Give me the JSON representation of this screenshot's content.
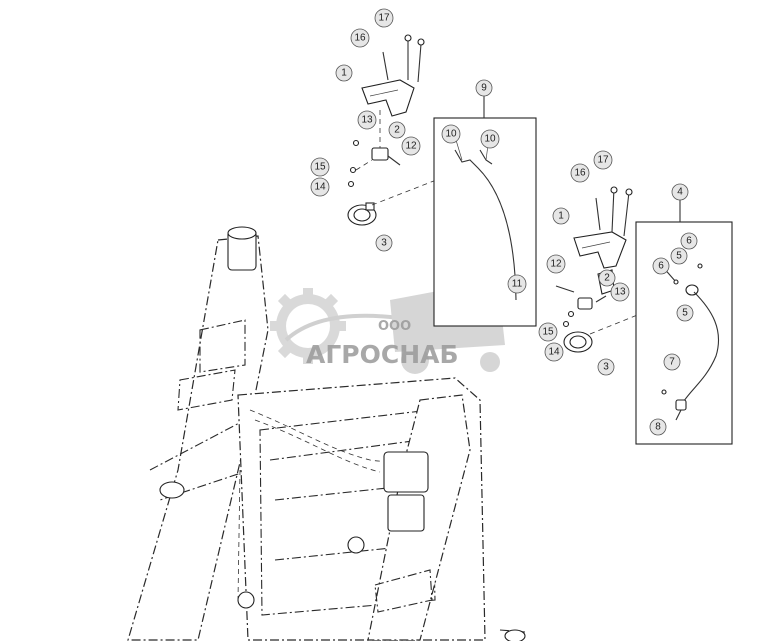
{
  "watermark": {
    "prefix": "ООО",
    "name": "АГРОСНАБ"
  },
  "callouts": [
    {
      "id": "c17a",
      "label": "17"
    },
    {
      "id": "c16a",
      "label": "16"
    },
    {
      "id": "c1a",
      "label": "1"
    },
    {
      "id": "c13a",
      "label": "13"
    },
    {
      "id": "c2a",
      "label": "2"
    },
    {
      "id": "c12a",
      "label": "12"
    },
    {
      "id": "c15a",
      "label": "15"
    },
    {
      "id": "c14a",
      "label": "14"
    },
    {
      "id": "c3a",
      "label": "3"
    },
    {
      "id": "c9",
      "label": "9"
    },
    {
      "id": "c10a",
      "label": "10"
    },
    {
      "id": "c10b",
      "label": "10"
    },
    {
      "id": "c11",
      "label": "11"
    },
    {
      "id": "c17b",
      "label": "17"
    },
    {
      "id": "c16b",
      "label": "16"
    },
    {
      "id": "c1b",
      "label": "1"
    },
    {
      "id": "c12b",
      "label": "12"
    },
    {
      "id": "c2b",
      "label": "2"
    },
    {
      "id": "c13b",
      "label": "13"
    },
    {
      "id": "c15b",
      "label": "15"
    },
    {
      "id": "c14b",
      "label": "14"
    },
    {
      "id": "c3b",
      "label": "3"
    },
    {
      "id": "c4",
      "label": "4"
    },
    {
      "id": "c6a",
      "label": "6"
    },
    {
      "id": "c5a",
      "label": "5"
    },
    {
      "id": "c6b",
      "label": "6"
    },
    {
      "id": "c5b",
      "label": "5"
    },
    {
      "id": "c7",
      "label": "7"
    },
    {
      "id": "c8",
      "label": "8"
    }
  ]
}
